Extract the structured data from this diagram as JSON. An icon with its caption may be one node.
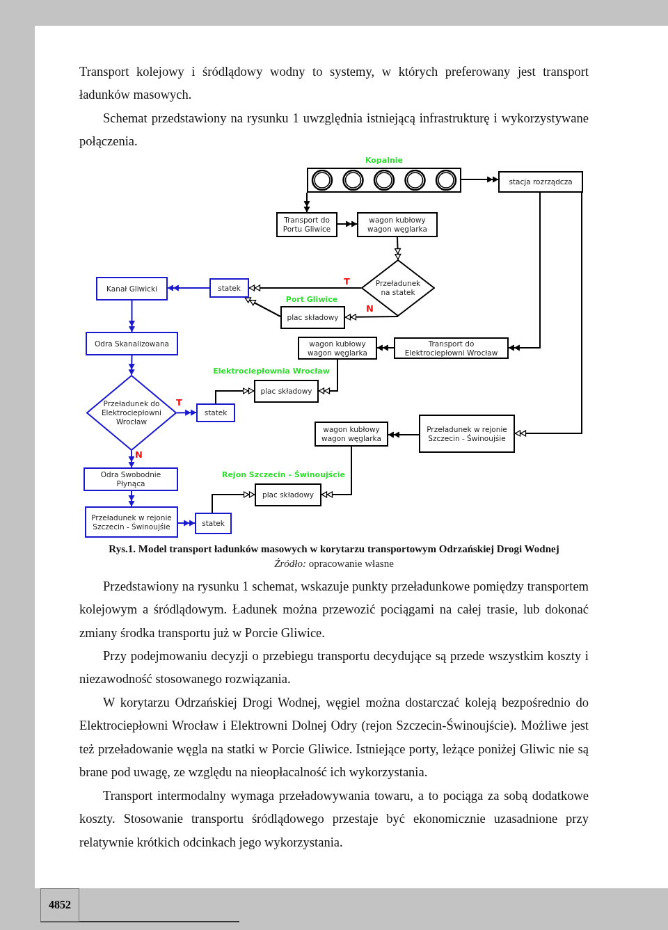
{
  "diagram": {
    "caption": "Rys.1. Model transport ładunków masowych w korytarzu transportowym Odrzańskiej Drogi Wodnej",
    "nodes": [
      {
        "text": [
          "Kopalnie"
        ]
      },
      {
        "text": [
          "stacja rozrządcza"
        ]
      },
      {
        "text": [
          "Transport do Portu Gliwice"
        ]
      },
      {
        "text": [
          "wagon kubłowy wagon węglarka"
        ]
      },
      {
        "text": [
          "Przeładunek na statek"
        ]
      },
      {
        "text": [
          "Kanał Gliwicki"
        ]
      },
      {
        "text": [
          "statek"
        ]
      },
      {
        "text": [
          "Port Gliwice",
          "plac składowy"
        ]
      },
      {
        "text": [
          "Odra Skanalizowana"
        ]
      },
      {
        "text": [
          "wagon kubłowy wagon węglarka"
        ]
      },
      {
        "text": [
          "Transport do Elektrociepłowni Wrocław"
        ]
      },
      {
        "text": [
          "Elektrociepłownia Wrocław",
          "plac składowy"
        ]
      },
      {
        "text": [
          "Przeładunek do Elektrociepłowni Wrocław"
        ]
      },
      {
        "text": [
          "statek"
        ]
      },
      {
        "text": [
          "wagon kubłowy wagon węglarka"
        ]
      },
      {
        "text": [
          "Przeładunek w rejonie Szczecin - Świnoujśie"
        ]
      },
      {
        "text": [
          "Odra Swobodnie Płynąca"
        ]
      },
      {
        "text": [
          "Rejon Szczecin - Świnoujście",
          "plac składowy"
        ]
      },
      {
        "text": [
          "Przeładunek w rejonie Szczecin - Świnoujśie"
        ]
      },
      {
        "text": [
          "statek"
        ]
      }
    ],
    "edges": [
      {
        "from": 0,
        "to": 1,
        "arrow": "to"
      },
      {
        "from": 0,
        "to": 2,
        "arrow": "to"
      },
      {
        "from": 2,
        "to": 3,
        "arrow": "to"
      },
      {
        "from": 3,
        "to": 4,
        "arrow": "to"
      },
      {
        "from": 4,
        "to": 6,
        "arrow": "to",
        "label": "T"
      },
      {
        "from": 4,
        "to": 7,
        "arrow": "to",
        "label": "N"
      },
      {
        "from": 7,
        "to": 6,
        "arrow": "to"
      },
      {
        "from": 6,
        "to": 5,
        "arrow": "to",
        "color": "#1a1acc"
      },
      {
        "from": 5,
        "to": 8,
        "arrow": "to",
        "color": "#1a1acc"
      },
      {
        "from": 1,
        "to": 10,
        "arrow": "to"
      },
      {
        "from": 1,
        "to": 15,
        "arrow": "to"
      },
      {
        "from": 10,
        "to": 9,
        "arrow": "to"
      },
      {
        "from": 9,
        "to": 11,
        "arrow": "to"
      },
      {
        "from": 8,
        "to": 12,
        "arrow": "to",
        "color": "#1a1acc"
      },
      {
        "from": 12,
        "to": 13,
        "arrow": "to",
        "label": "T",
        "color": "#1a1acc"
      },
      {
        "from": 12,
        "to": 16,
        "arrow": "to",
        "label": "N",
        "color": "#1a1acc"
      },
      {
        "from": 13,
        "to": 11,
        "arrow": "to"
      },
      {
        "from": 16,
        "to": 18,
        "arrow": "to",
        "color": "#1a1acc"
      },
      {
        "from": 18,
        "to": 19,
        "arrow": "to",
        "color": "#1a1acc"
      },
      {
        "from": 15,
        "to": 14,
        "arrow": "to"
      },
      {
        "from": 14,
        "to": 17,
        "arrow": "to"
      },
      {
        "from": 19,
        "to": 17,
        "arrow": "to"
      }
    ],
    "labels": [
      "Transport kolejowy i śródlądowy wodny to systemy, w których preferowany jest transport ładunków masowych.",
      "Schemat przedstawiony na rysunku 1 uwzględnia istniejącą infrastrukturę i wykorzystywane połączenia.",
      "*Źródło:* opracowanie własne",
      "Przedstawiony na rysunku 1 schemat, wskazuje punkty przeładunkowe pomiędzy transportem kolejowym a śródlądowym. Ładunek można przewozić pociągami na całej trasie, lub dokonać zmiany środka transportu już w Porcie Gliwice.",
      "Przy podejmowaniu decyzji o przebiegu transportu decydujące są przede wszystkim koszty i niezawodność stosowanego rozwiązania.",
      "W korytarzu Odrzańskiej Drogi Wodnej, węgiel można dostarczać koleją bezpośrednio do Elektrociepłowni Wrocław i Elektrowni Dolnej Odry (rejon Szczecin-Świnoujście). Możliwe jest też przeładowanie węgla na statki w Porcie Gliwice. Istniejące porty, leżące poniżej Gliwic nie są brane pod uwagę, ze względu na nieopłacalność ich wykorzystania.",
      "Transport intermodalny wymaga przeładowywania towaru, a to pociąga za sobą dodatkowe koszty. Stosowanie transportu śródlądowego przestaje być ekonomicznie uzasadnione przy relatywnie krótkich odcinkach jego wykorzystania.",
      "4852"
    ]
  }
}
